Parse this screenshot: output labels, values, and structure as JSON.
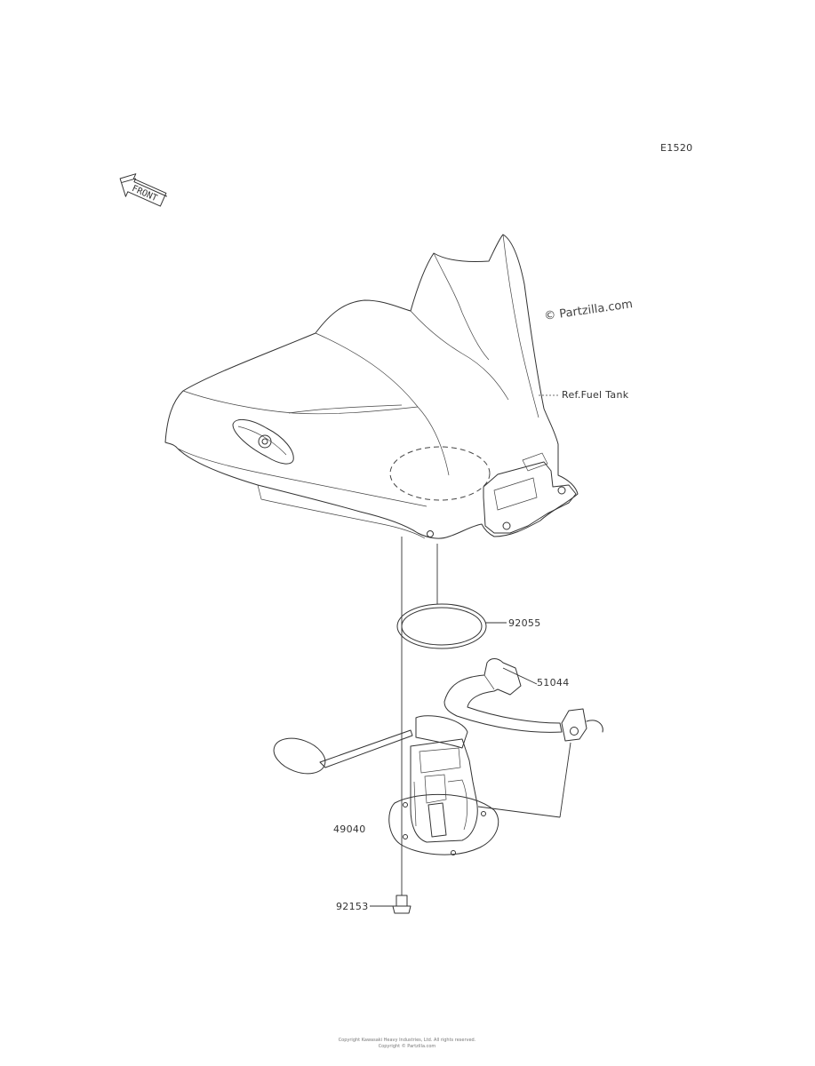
{
  "diagram_code": "E1520",
  "front_arrow_label": "FRONT",
  "watermark": "© Partzilla.com",
  "reference_label": "Ref.Fuel Tank",
  "parts": [
    {
      "number": "92055"
    },
    {
      "number": "51044"
    },
    {
      "number": "49040"
    },
    {
      "number": "92153"
    }
  ],
  "footer": {
    "line1": "Copyright Kawasaki Heavy Industries, Ltd. All rights reserved.",
    "line2": "Copyright © Partzilla.com"
  }
}
